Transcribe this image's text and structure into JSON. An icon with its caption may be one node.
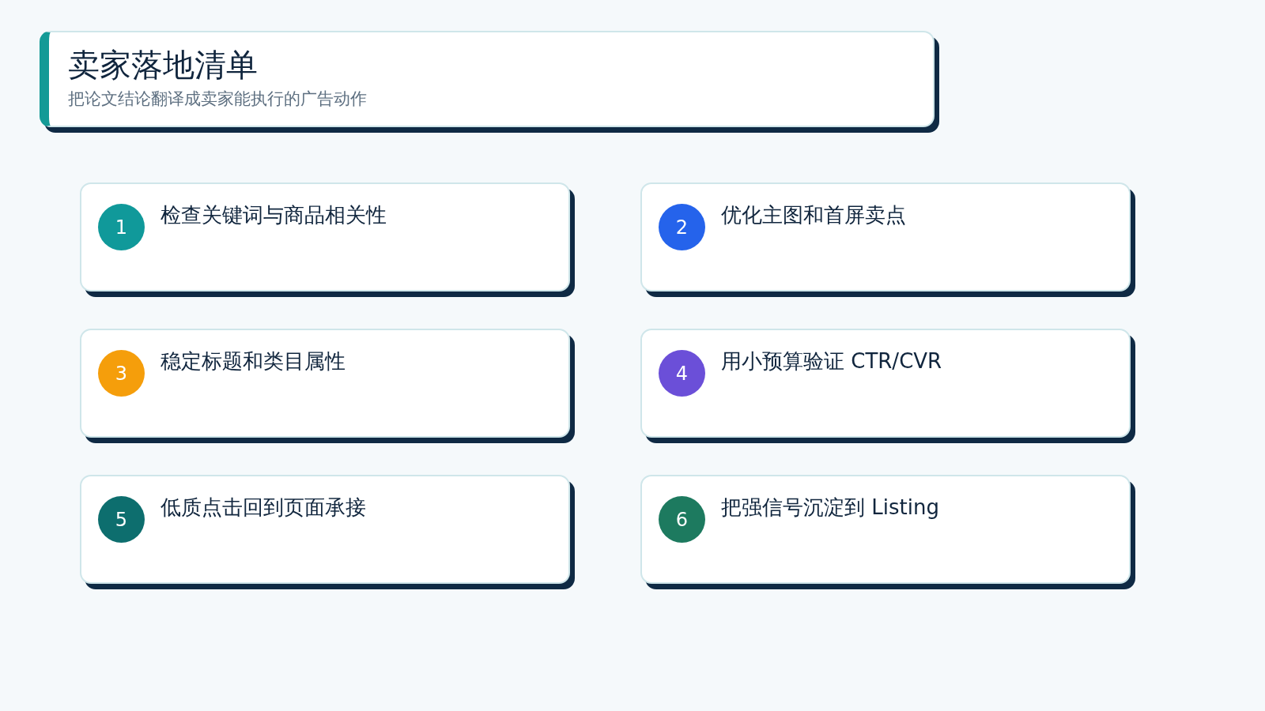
{
  "diagram": {
    "nodes": [
      {
        "text": [
          "卖家落地清单",
          "把论文结论翻译成卖家能执行的广告动作"
        ]
      },
      {
        "text": [
          "检查关键词与商品相关性"
        ]
      },
      {
        "text": [
          "1"
        ],
        "in": 1
      },
      {
        "text": [
          "优化主图和首屏卖点"
        ]
      },
      {
        "text": [
          "2"
        ],
        "in": 3
      },
      {
        "text": [
          "稳定标题和类目属性"
        ]
      },
      {
        "text": [
          "3"
        ],
        "in": 5
      },
      {
        "text": [
          "用小预算验证 CTR/CVR"
        ]
      },
      {
        "text": [
          "4"
        ],
        "in": 7
      },
      {
        "text": [
          "低质点击回到页面承接"
        ]
      },
      {
        "text": [
          "5"
        ],
        "in": 9
      },
      {
        "text": [
          "把强信号沉淀到 Listing"
        ]
      },
      {
        "text": [
          "6"
        ],
        "in": 11
      }
    ],
    "edges": []
  }
}
